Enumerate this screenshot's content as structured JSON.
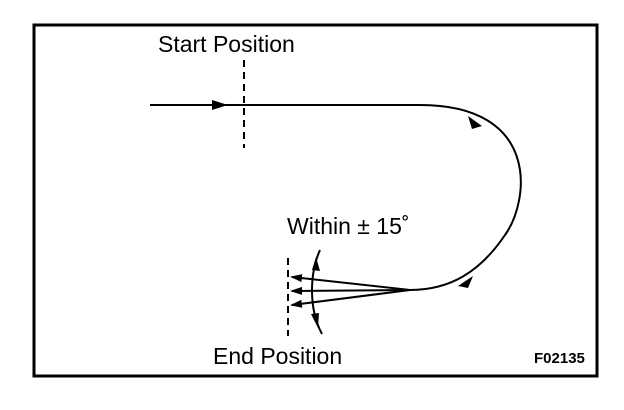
{
  "diagram": {
    "start_label": "Start Position",
    "end_label": "End Position",
    "angle_label": "Within ± 15˚",
    "figure_code": "F02135"
  },
  "colors": {
    "line": "#000000",
    "background": "#ffffff"
  }
}
